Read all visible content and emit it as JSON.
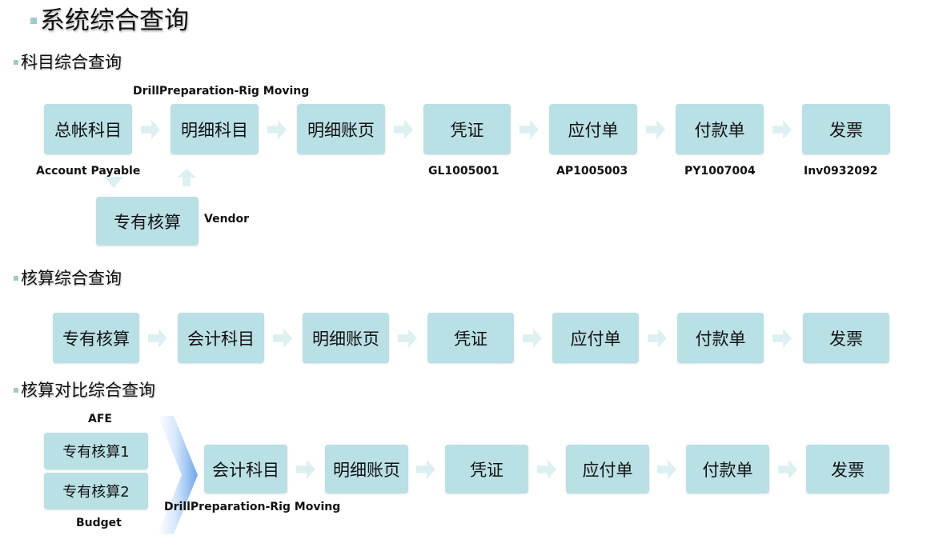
{
  "page_title": "系统综合查询",
  "sections": [
    {
      "title": "科目综合查询",
      "boxes": [
        "总帐科目",
        "明细科目",
        "明细账页",
        "凭证",
        "应付单",
        "付款单",
        "发票"
      ],
      "branch_box": "专有核算",
      "notes": {
        "top_label": "DrillPreparation-Rig Moving",
        "account": "Account Payable",
        "vendor": "Vendor",
        "voucher_id": "GL1005001",
        "payable_id": "AP1005003",
        "payment_id": "PY1007004",
        "invoice_id": "Inv0932092"
      }
    },
    {
      "title": "核算综合查询",
      "boxes": [
        "专有核算",
        "会计科目",
        "明细账页",
        "凭证",
        "应付单",
        "付款单",
        "发票"
      ]
    },
    {
      "title": "核算对比综合查询",
      "left_boxes": [
        "专有核算1",
        "专有核算2"
      ],
      "boxes": [
        "会计科目",
        "明细账页",
        "凭证",
        "应付单",
        "付款单",
        "发票"
      ],
      "notes": {
        "afe": "AFE",
        "budget": "Budget",
        "bottom_label": "DrillPreparation-Rig Moving"
      }
    }
  ],
  "colors": {
    "box": "#b9e0e5",
    "arrow": "#dcf0f2",
    "bullet": "#9fc9d1",
    "chevron": "#6fa8ec"
  }
}
